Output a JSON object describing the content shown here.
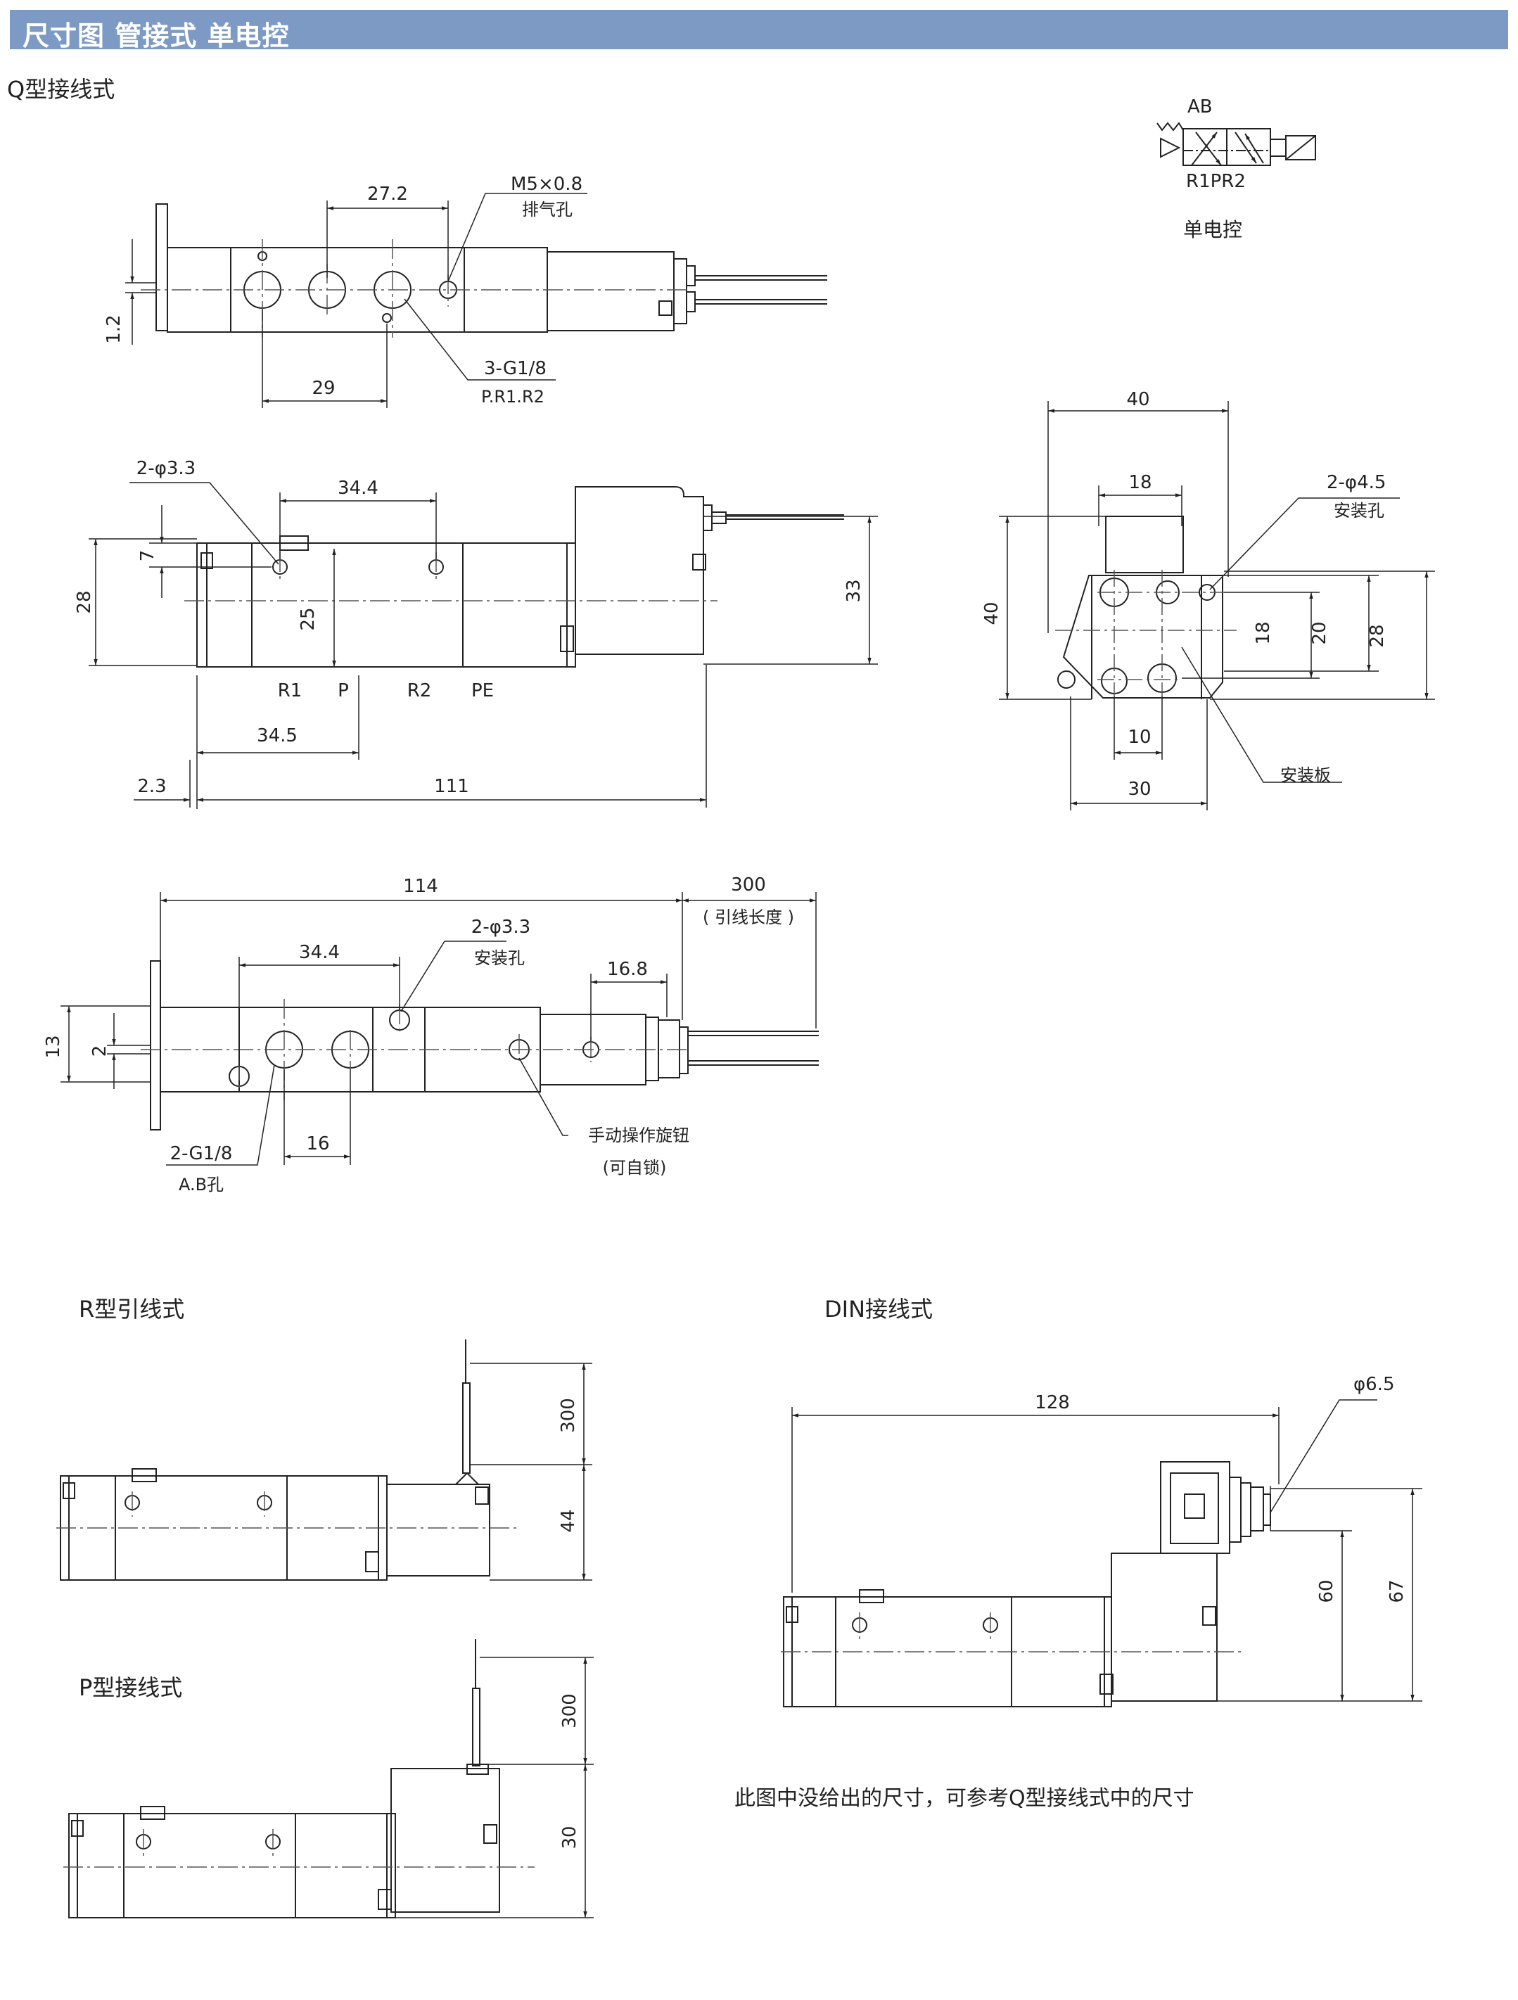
{
  "header": {
    "title": "尺寸图 管接式 单电控",
    "bg_color": "#7d9ac4"
  },
  "sections": {
    "q_type": "Q型接线式",
    "r_type": "R型引线式",
    "p_type": "P型接线式",
    "din_type": "DIN接线式"
  },
  "symbol": {
    "ab": "AB",
    "ports": "R1PR2",
    "label": "单电控"
  },
  "top_view": {
    "d_27_2": "27.2",
    "m5": "M5×0.8",
    "exhaust": "排气孔",
    "d_1_2": "1.2",
    "g18": "3-G1/8",
    "prr": "P.R1.R2",
    "d_29": "29"
  },
  "side_view": {
    "hole": "2-φ3.3",
    "d_34_4": "34.4",
    "d_7": "7",
    "d_28": "28",
    "d_25": "25",
    "d_33": "33",
    "r1": "R1",
    "p": "P",
    "r2": "R2",
    "pe": "PE",
    "d_34_5": "34.5",
    "d_2_3": "2.3",
    "d_111": "111"
  },
  "end_view": {
    "d_40w": "40",
    "d_18w": "18",
    "hole": "2-φ4.5",
    "mount_hole": "安装孔",
    "d_40h": "40",
    "d_18h": "18",
    "d_20": "20",
    "d_28": "28",
    "d_10": "10",
    "d_30": "30",
    "plate": "安装板"
  },
  "bottom_view": {
    "d_114": "114",
    "d_300": "300",
    "lead_len": "( 引线长度 )",
    "hole": "2-φ3.3",
    "mount_hole": "安装孔",
    "d_34_4": "34.4",
    "d_16_8": "16.8",
    "d_13": "13",
    "d_2": "2",
    "d_16": "16",
    "g18": "2-G1/8",
    "ab_hole": "A.B孔",
    "knob": "手动操作旋钮",
    "lockable": "(可自锁)"
  },
  "r_view": {
    "d_300": "300",
    "d_44": "44"
  },
  "p_view": {
    "d_300": "300",
    "d_30": "30"
  },
  "din_view": {
    "d_128": "128",
    "d_6_5": "φ6.5",
    "d_60": "60",
    "d_67": "67"
  },
  "note": "此图中没给出的尺寸，可参考Q型接线式中的尺寸"
}
